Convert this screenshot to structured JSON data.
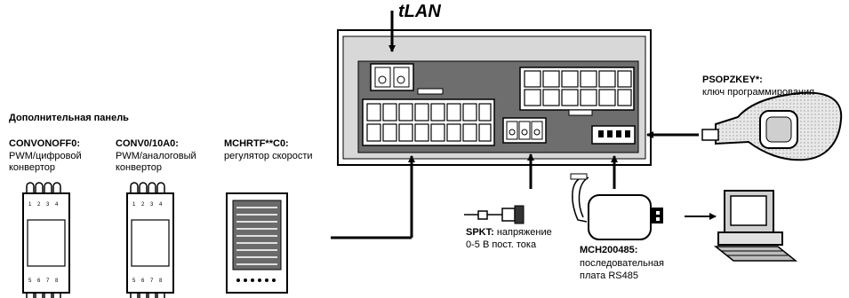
{
  "top_label": "tLAN",
  "panel_title": "Дополнительная панель",
  "convonoff": {
    "name": "CONVONOFF0:",
    "desc1": "PWM/цифровой",
    "desc2": "конвертор"
  },
  "conv0": {
    "name": "CONV0/10A0:",
    "desc1": "PWM/аналоговый",
    "desc2": "конвертор"
  },
  "mchrtf": {
    "name": "MCHRTF**C0:",
    "desc1": "регулятор скорости"
  },
  "pso": {
    "name": "PSOPZKEY*:",
    "desc1": "ключ программирования"
  },
  "spkt": {
    "name": "SPKT:",
    "desc1": " напряжение",
    "desc2": "0-5 В пост. тока"
  },
  "mch": {
    "name": "MCH200485:",
    "desc1": "последовательная",
    "desc2": "плата RS485"
  },
  "pin_labels": {
    "top": [
      "1",
      "2",
      "3",
      "4"
    ],
    "bottom": [
      "5",
      "6",
      "7",
      "8"
    ]
  }
}
